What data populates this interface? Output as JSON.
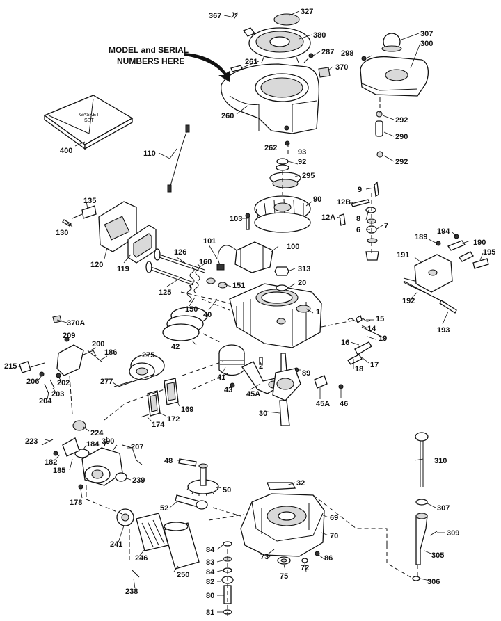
{
  "note": {
    "line1": "MODEL and SERIAL",
    "line2": "NUMBERS HERE"
  },
  "gasket_set": {
    "line1": "GASKET",
    "line2": "SET"
  },
  "labels": {
    "p367": "367",
    "p327": "327",
    "p380": "380",
    "p287": "287",
    "p261": "261",
    "p370": "370",
    "p260": "260",
    "p262": "262",
    "p93": "93",
    "p92": "92",
    "p295": "295",
    "p90": "90",
    "p298": "298",
    "p307a": "307",
    "p300": "300",
    "p292a": "292",
    "p290": "290",
    "p292b": "292",
    "p400": "400",
    "p110": "110",
    "p135": "135",
    "p130": "130",
    "p120": "120",
    "p119": "119",
    "p103": "103",
    "p101": "101",
    "p100": "100",
    "p126": "126",
    "p125": "125",
    "p160": "160",
    "p151": "151",
    "p150": "150",
    "p40": "40",
    "p313": "313",
    "p20": "20",
    "p1": "1",
    "p9": "9",
    "p12b": "12B",
    "p12a": "12A",
    "p8": "8",
    "p6": "6",
    "p7": "7",
    "p189": "189",
    "p194": "194",
    "p190": "190",
    "p191": "191",
    "p195": "195",
    "p192": "192",
    "p193": "193",
    "p370a": "370A",
    "p42": "42",
    "p15": "15",
    "p14": "14",
    "p19": "19",
    "p16": "16",
    "p17": "17",
    "p18": "18",
    "p209": "209",
    "p200": "200",
    "p186": "186",
    "p215": "215",
    "p206": "206",
    "p202": "202",
    "p203": "203",
    "p204": "204",
    "p275": "275",
    "p277": "277",
    "p41": "41",
    "p43": "43",
    "p2": "2",
    "p89": "89",
    "p45a1": "45A",
    "p45a2": "45A",
    "p46": "46",
    "p30": "30",
    "p169": "169",
    "p172": "172",
    "p174": "174",
    "p224": "224",
    "p223": "223",
    "p390": "390",
    "p207": "207",
    "p184": "184",
    "p182": "182",
    "p185": "185",
    "p239": "239",
    "p178": "178",
    "p48": "48",
    "p50": "50",
    "p52": "52",
    "p32": "32",
    "p69": "69",
    "p70": "70",
    "p310": "310",
    "p307b": "307",
    "p309": "309",
    "p305": "305",
    "p306": "306",
    "p241": "241",
    "p246": "246",
    "p250": "250",
    "p238": "238",
    "p84a": "84",
    "p83": "83",
    "p84b": "84",
    "p82": "82",
    "p80": "80",
    "p81": "81",
    "p73": "73",
    "p75": "75",
    "p72": "72",
    "p86": "86"
  }
}
